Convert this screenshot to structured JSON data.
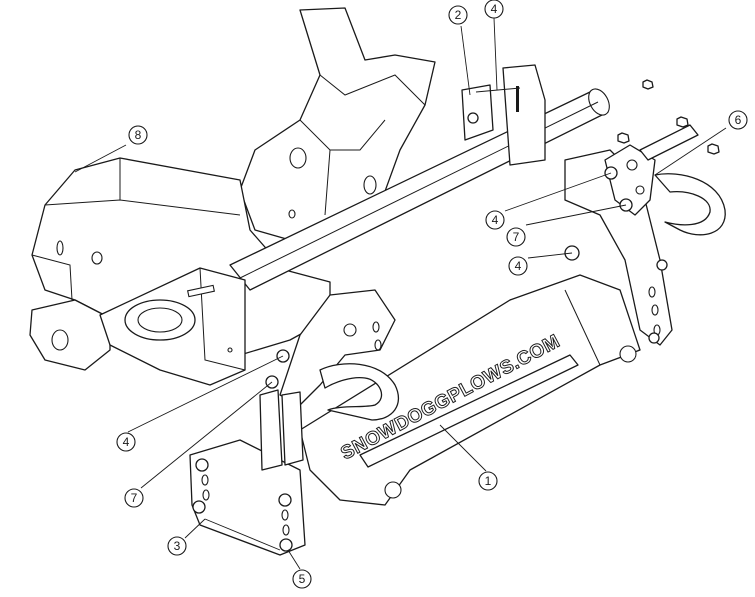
{
  "diagram": {
    "brand_text": "SNOWDOGGPLOWS.COM",
    "callouts": [
      {
        "id": "c1",
        "label": "1"
      },
      {
        "id": "c2",
        "label": "2"
      },
      {
        "id": "c3",
        "label": "3"
      },
      {
        "id": "c4a",
        "label": "4"
      },
      {
        "id": "c4b",
        "label": "4"
      },
      {
        "id": "c4c",
        "label": "4"
      },
      {
        "id": "c4d",
        "label": "4"
      },
      {
        "id": "c5",
        "label": "5"
      },
      {
        "id": "c6",
        "label": "6"
      },
      {
        "id": "c7a",
        "label": "7"
      },
      {
        "id": "c7b",
        "label": "7"
      },
      {
        "id": "c8",
        "label": "8"
      }
    ]
  }
}
